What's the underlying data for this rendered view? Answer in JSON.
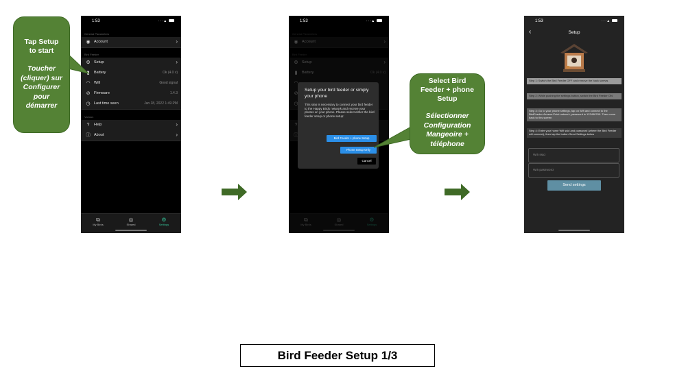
{
  "screen1": {
    "status_time": "1:53",
    "sections": {
      "general": "General Parameters",
      "bird_feeder": "Bird Feeder",
      "various": "Various"
    },
    "rows": [
      {
        "label": "Account",
        "value": "",
        "icon": "account-icon"
      },
      {
        "label": "Setup",
        "value": "",
        "icon": "gear-icon"
      },
      {
        "label": "Battery",
        "value": "Ok (4.0 v)",
        "icon": "battery-icon"
      },
      {
        "label": "Wifi",
        "value": "Good signal",
        "icon": "wifi-icon"
      },
      {
        "label": "Firmware",
        "value": "1.4.3",
        "icon": "check-circle-icon"
      },
      {
        "label": "Last time seen",
        "value": "Jan 18, 2022 1:49 PM",
        "icon": "clock-icon"
      },
      {
        "label": "Help",
        "value": "",
        "icon": "question-icon"
      },
      {
        "label": "About",
        "value": "",
        "icon": "info-icon"
      }
    ],
    "tabs": [
      {
        "label": "My Birds",
        "icon": "photos-icon"
      },
      {
        "label": "Shared",
        "icon": "globe-icon"
      },
      {
        "label": "Settings",
        "icon": "settings-icon"
      }
    ]
  },
  "screen2": {
    "status_time": "1:53",
    "dialog": {
      "title": "Setup your bird feeder or simply your phone",
      "body": "This step is necessary to connect your bird feeder to the Happy Birds network and receive your photos on your phone. Please select either the bird feeder setup or phone setup:",
      "btn_feeder": "Bird Feeder + phone Setup",
      "btn_phone": "Phone Setup Only",
      "btn_cancel": "Cancel"
    }
  },
  "screen3": {
    "status_time": "1:53",
    "title": "Setup",
    "steps": [
      "Step 1: Switch the Bird Feeder OFF and remove the back screws",
      "Step 2: While pushing the settings button, switch the Bird Feeder ON",
      "Step 3: Go to your phone settings, tap on Wifi and connect to the BirdFeeder-Access-Point network, password is 123456789. Then come back to this screen",
      "Step 4: Enter your home Wifi ssid and password (where the Bird Feeder will connect), then tap the button Send Settings below"
    ],
    "ssid_placeholder": "Wifi ssid",
    "password_placeholder": "Wifi password",
    "send_button": "Send settings"
  },
  "callout1": {
    "en": [
      "Tap Setup",
      "to start"
    ],
    "fr": [
      "Toucher",
      "(cliquer) sur",
      "Configurer",
      "pour",
      "démarrer"
    ]
  },
  "callout2": {
    "en": [
      "Select Bird",
      "Feeder + phone",
      "Setup"
    ],
    "fr": [
      "Sélectionner",
      "Configuration",
      "Mangeoire +",
      "téléphone"
    ]
  },
  "caption": "Bird Feeder Setup 1/3",
  "colors": {
    "callout_green": "#548235",
    "arrow_green": "#3f6a26",
    "accent_teal": "#35c39a",
    "button_blue": "#2b8fe8"
  }
}
